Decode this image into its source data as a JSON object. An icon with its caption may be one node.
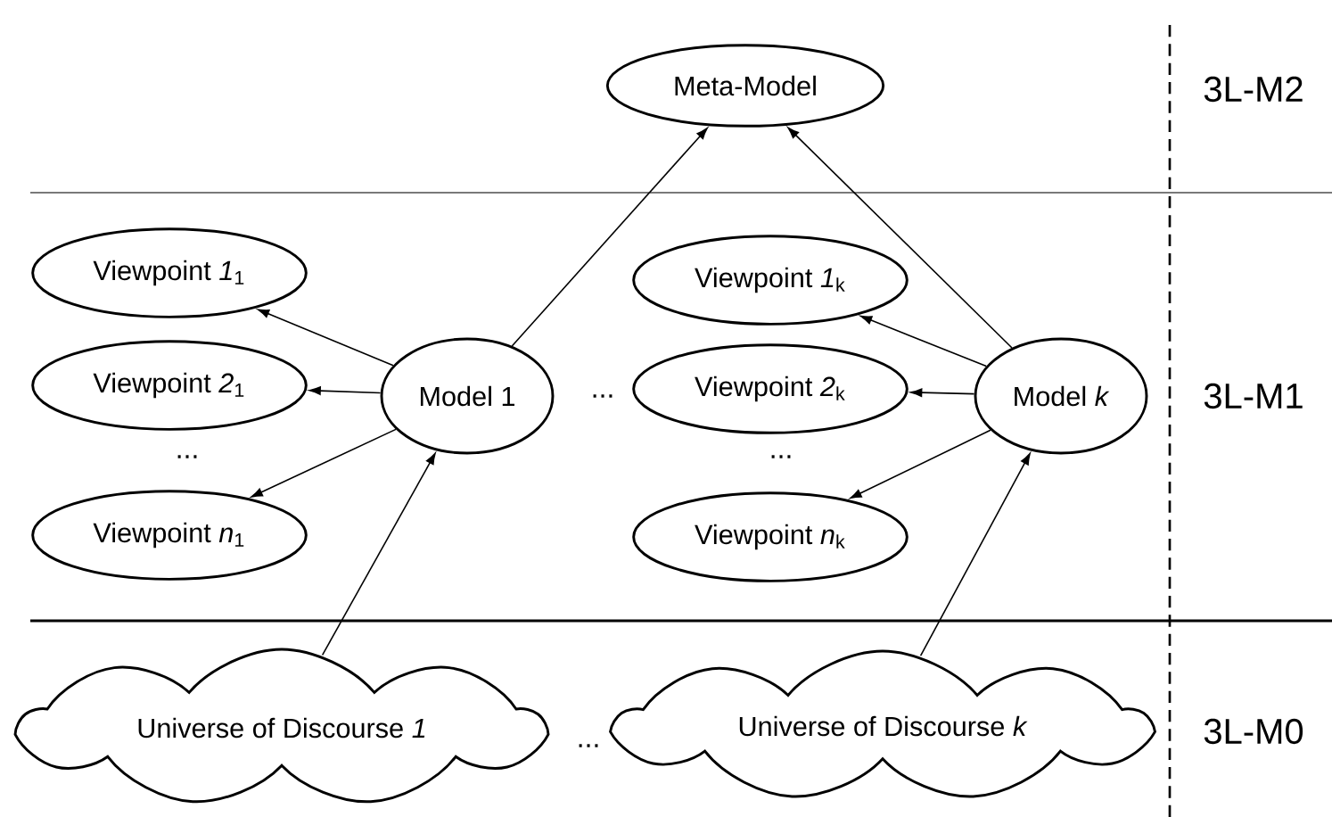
{
  "diagram": {
    "nodes": [
      {
        "text": [
          "Meta-Model"
        ]
      },
      {
        "text": [
          "Viewpoint *1*$_{1}$"
        ]
      },
      {
        "text": [
          "Viewpoint *1*$_{k}$"
        ]
      },
      {
        "text": [
          "Viewpoint *2*$_{1}$"
        ]
      },
      {
        "text": [
          "Model 1"
        ]
      },
      {
        "text": [
          "Viewpoint *2*$_{k}$"
        ]
      },
      {
        "text": [
          "Model *k*"
        ]
      },
      {
        "text": [
          "Viewpoint *n*$_{1}$"
        ]
      },
      {
        "text": [
          "Viewpoint *n*$_{k}$"
        ]
      },
      {
        "text": [
          "Universe of Discourse *1*"
        ]
      },
      {
        "text": [
          "Universe of Discourse *k*"
        ]
      }
    ],
    "edges": [
      {
        "from": 4,
        "to": 0,
        "arrow": "to"
      },
      {
        "from": 6,
        "to": 0,
        "arrow": "to"
      },
      {
        "from": 4,
        "to": 1,
        "arrow": "to"
      },
      {
        "from": 4,
        "to": 3,
        "arrow": "to"
      },
      {
        "from": 4,
        "to": 7,
        "arrow": "to"
      },
      {
        "from": 6,
        "to": 2,
        "arrow": "to"
      },
      {
        "from": 6,
        "to": 5,
        "arrow": "to"
      },
      {
        "from": 6,
        "to": 8,
        "arrow": "to"
      },
      {
        "from": 9,
        "to": 4,
        "arrow": "to"
      },
      {
        "from": 10,
        "to": 6,
        "arrow": "to"
      }
    ],
    "labels": [
      "3L-M2",
      "...",
      "3L-M1",
      "...",
      "...",
      "...",
      "3L-M0"
    ]
  }
}
